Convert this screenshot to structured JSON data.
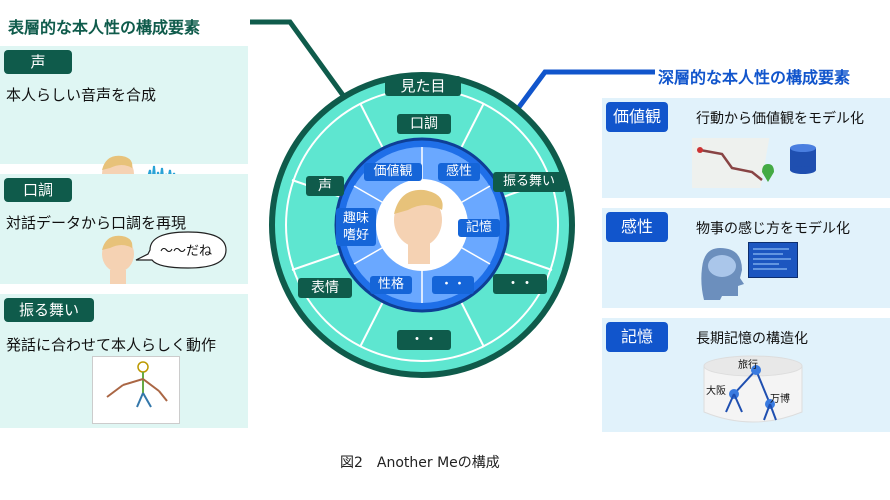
{
  "surface": {
    "heading": "表層的な本人性の構成要素",
    "items": [
      {
        "tag": "声",
        "text": "本人らしい音声を合成"
      },
      {
        "tag": "口調",
        "text": "対話データから口調を再現",
        "bubble": "～～だね"
      },
      {
        "tag": "振る舞い",
        "text": "発話に合わせて本人らしく動作"
      }
    ]
  },
  "deep": {
    "heading": "深層的な本人性の構成要素",
    "items": [
      {
        "tag": "価値観",
        "text": "行動から価値観をモデル化"
      },
      {
        "tag": "感性",
        "text": "物事の感じ方をモデル化"
      },
      {
        "tag": "記憶",
        "text": "長期記憶の構造化",
        "tree": [
          "旅行",
          "大阪",
          "万博"
        ]
      }
    ]
  },
  "diagram": {
    "outer_top": "見た目",
    "outer": {
      "kuchou": "口調",
      "koe": "声",
      "furumai": "振る舞い",
      "hyoujou": "表情",
      "dots_right": "・・",
      "dots_bottom": "・・"
    },
    "inner": {
      "kachikan": "価値観",
      "kansei": "感性",
      "shumi": "趣味\n嗜好",
      "kioku": "記憶",
      "seikaku": "性格",
      "dots": "・・"
    }
  },
  "caption": "図2　Another Meの構成",
  "colors": {
    "dark_green": "#0f5b4b",
    "blue": "#1155cc",
    "ring": "#5ee6d0",
    "panel_left": "#dff6f3",
    "panel_right": "#e1f2fb"
  }
}
